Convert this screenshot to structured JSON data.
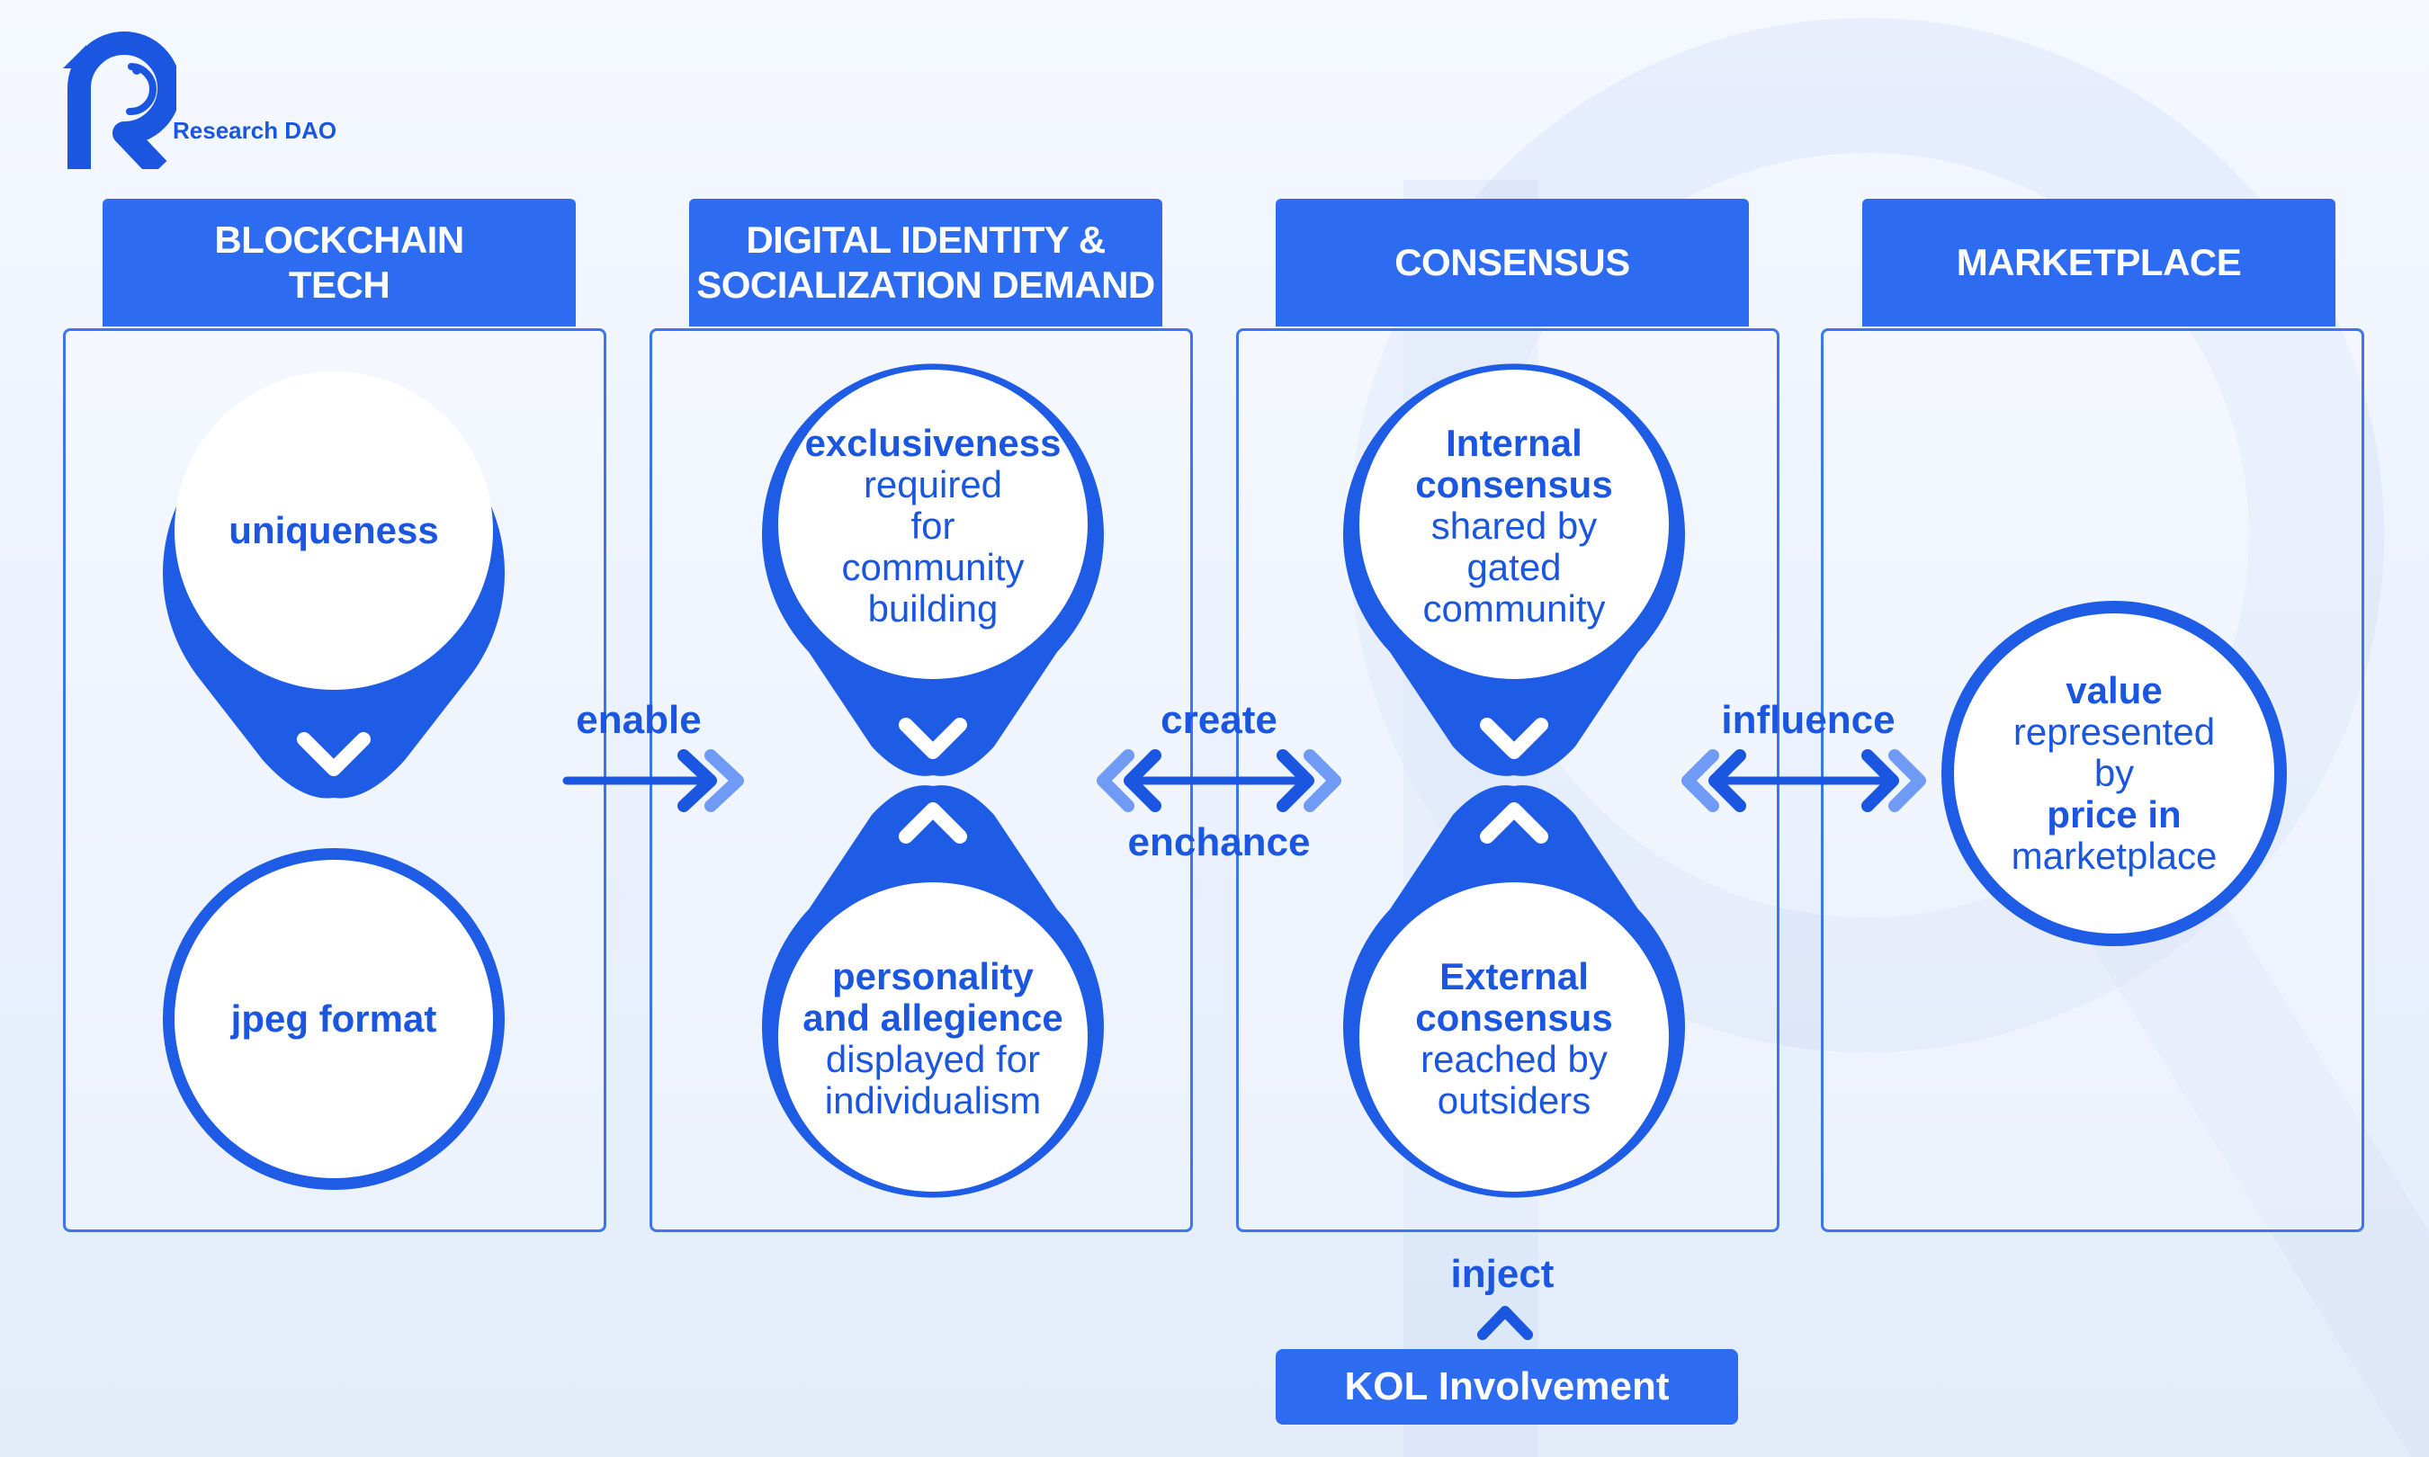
{
  "brand": {
    "name": "Research DAO"
  },
  "colors": {
    "primary": "#1a56e0",
    "header_bg": "#2d6bf1",
    "light_arrow": "#6f9af5"
  },
  "columns": [
    {
      "header": [
        "BLOCKCHAIN",
        "TECH"
      ]
    },
    {
      "header": [
        "DIGITAL IDENTITY &",
        "SOCIALIZATION DEMAND"
      ]
    },
    {
      "header": [
        "CONSENSUS"
      ]
    },
    {
      "header": [
        "MARKETPLACE"
      ]
    }
  ],
  "nodes": {
    "uniqueness": {
      "bold": "uniqueness"
    },
    "jpeg": {
      "bold": "jpeg format"
    },
    "exclusiveness": {
      "bold": "exclusiveness",
      "rest": [
        "required",
        "for",
        "community",
        "building"
      ]
    },
    "personality": {
      "bold": [
        "personality",
        "and allegience"
      ],
      "rest": [
        "displayed for",
        "individualism"
      ]
    },
    "internal": {
      "bold": [
        "Internal",
        "consensus"
      ],
      "rest": [
        "shared by",
        "gated",
        "community"
      ]
    },
    "external": {
      "bold": [
        "External",
        "consensus"
      ],
      "rest": [
        "reached by",
        "outsiders"
      ]
    },
    "value": {
      "lines": [
        "value",
        "represented",
        "by",
        "price in",
        "marketplace"
      ]
    }
  },
  "connectors": {
    "enable": "enable",
    "create": "create",
    "enchance": "enchance",
    "influence": "influence",
    "inject": "inject"
  },
  "kol": {
    "label": "KOL Involvement"
  }
}
